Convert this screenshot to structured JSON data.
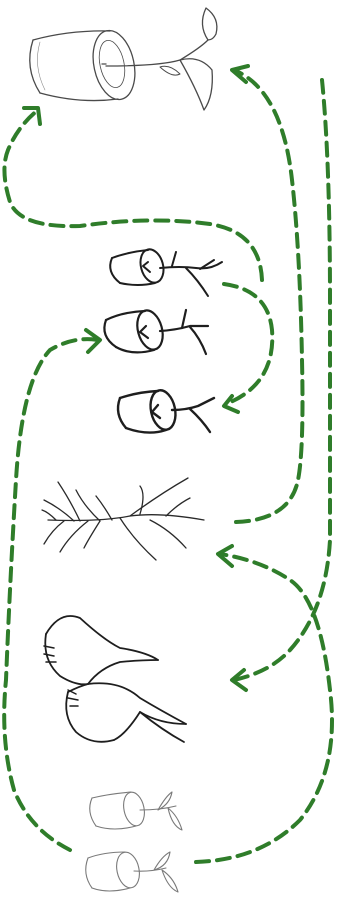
{
  "colors": {
    "arrow": "#2f7d2a",
    "ink_dark": "#1e1e1e",
    "ink_light": "#6a6a6a",
    "background": "#ffffff"
  },
  "icons": [
    "cup-with-seedling-sketch",
    "small-cup-with-branch-sketch",
    "branching-twig-sketch",
    "dumbbell-outline-sketch",
    "pair-of-faint-cups-sketch"
  ]
}
